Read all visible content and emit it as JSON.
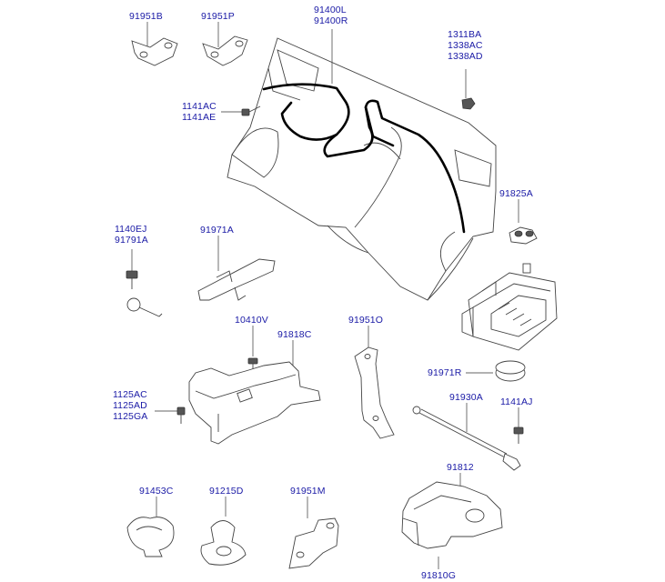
{
  "callouts": [
    {
      "id": "bracket-b",
      "codes": [
        "91951B"
      ]
    },
    {
      "id": "bracket-p",
      "codes": [
        "91951P"
      ]
    },
    {
      "id": "main-harness",
      "codes": [
        "91400L",
        "91400R"
      ]
    },
    {
      "id": "nut",
      "codes": [
        "1311BA",
        "1338AC",
        "1338AD"
      ]
    },
    {
      "id": "screw-top",
      "codes": [
        "1141AC",
        "1141AE"
      ]
    },
    {
      "id": "clip-a",
      "codes": [
        "91825A"
      ]
    },
    {
      "id": "ground-bolt",
      "codes": [
        "1140EJ",
        "91791A"
      ]
    },
    {
      "id": "protector-a",
      "codes": [
        "91971A"
      ]
    },
    {
      "id": "fuse-box",
      "codes": []
    },
    {
      "id": "bolt-v",
      "codes": [
        "10410V"
      ]
    },
    {
      "id": "connector-bracket",
      "codes": [
        "91818C"
      ]
    },
    {
      "id": "bracket-o",
      "codes": [
        "91951O"
      ]
    },
    {
      "id": "grommet",
      "codes": [
        "91971R"
      ]
    },
    {
      "id": "screws-mid",
      "codes": [
        "1125AC",
        "1125AD",
        "1125GA"
      ]
    },
    {
      "id": "battery-cable",
      "codes": [
        "91930A"
      ]
    },
    {
      "id": "screw-aj",
      "codes": [
        "1141AJ"
      ]
    },
    {
      "id": "clamp-c",
      "codes": [
        "91453C"
      ]
    },
    {
      "id": "grommet-d",
      "codes": [
        "91215D"
      ]
    },
    {
      "id": "bracket-m",
      "codes": [
        "91951M"
      ]
    },
    {
      "id": "cover",
      "codes": [
        "91812"
      ]
    },
    {
      "id": "cover-g",
      "codes": [
        "91810G"
      ]
    }
  ]
}
